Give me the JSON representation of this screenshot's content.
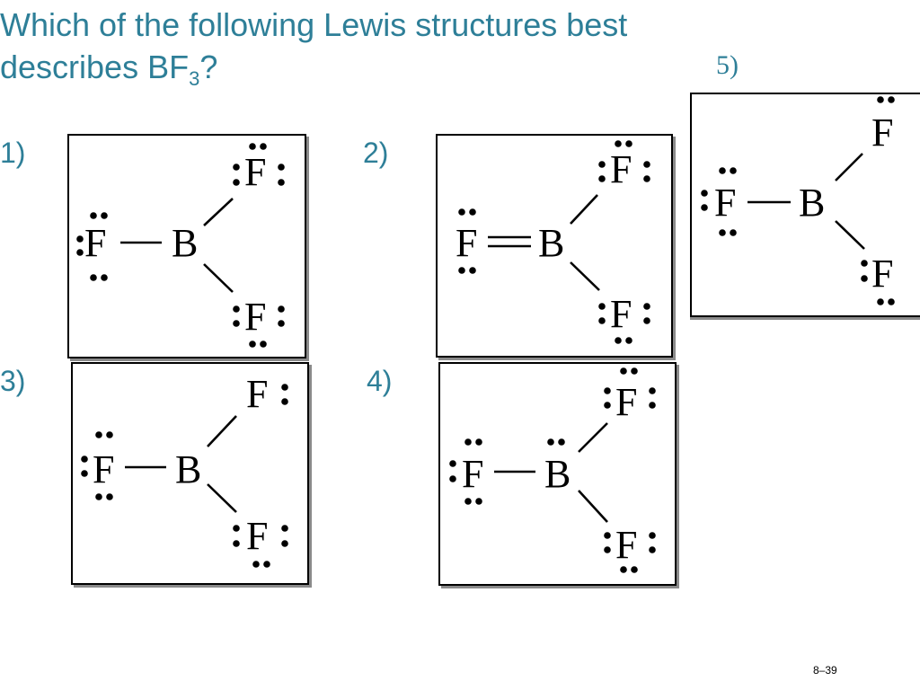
{
  "slide": {
    "title_part1": "Which of the following Lewis structures best describes BF",
    "title_sub": "3",
    "title_part2": "?",
    "slide_number": "8–39"
  },
  "options": [
    {
      "label": "1)",
      "atoms": {
        "left": "F",
        "center": "B",
        "top": "F",
        "bottom": "F"
      }
    },
    {
      "label": "2)",
      "atoms": {
        "left": "F",
        "center": "B",
        "top": "F",
        "bottom": "F"
      }
    },
    {
      "label": "3)",
      "atoms": {
        "left": "F",
        "center": "B",
        "top": "F",
        "bottom": "F"
      }
    },
    {
      "label": "4)",
      "atoms": {
        "left": "F",
        "center": "B",
        "top": "F",
        "bottom": "F"
      }
    },
    {
      "label": "5)",
      "atoms": {
        "left": "F",
        "center": "B",
        "top": "F",
        "bottom": "F"
      }
    }
  ],
  "colors": {
    "title": "#2e7f98",
    "structure": "#000000"
  }
}
